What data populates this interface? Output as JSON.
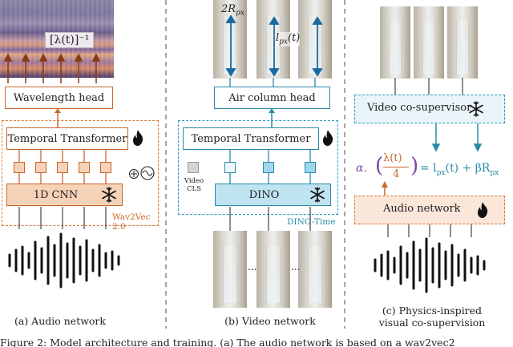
{
  "audio": {
    "wavelength_label": "[λ(t)]⁻¹",
    "wavelength_head": "Wavelength head",
    "temporal_transformer": "Temporal Transformer",
    "cnn": "1D CNN",
    "wav2vec": "Wav2Vec 2.0",
    "caption": "(a) Audio network"
  },
  "video": {
    "r_label": "2R",
    "r_sub": "px",
    "l_label": "l",
    "l_sub": "px",
    "l_arg": "(t)",
    "air_column_head": "Air column head",
    "temporal_transformer": "Temporal Transformer",
    "dino": "DINO",
    "video_cls_line1": "Video",
    "video_cls_line2": "CLS",
    "dino_time": "DINO-Time",
    "dots": "...",
    "caption": "(b) Video network"
  },
  "physics": {
    "video_cosupervisor": "Video co-supervisor",
    "eq_alpha": "α.",
    "eq_num": "λ(t)",
    "eq_den": "4",
    "eq_rhs": "= l",
    "eq_rhs_sub": "px",
    "eq_rhs_tail": "(t) + βR",
    "eq_rhs_sub2": "px",
    "audio_network": "Audio network",
    "caption_line1": "(c) Physics-inspired",
    "caption_line2": "visual co-supervision"
  },
  "figure_caption": "Figure 2: Model architecture and training. (a) The audio network is based on a wav2vec2",
  "colors": {
    "orange": "#c8682a",
    "blue": "#2a8aa8",
    "orange_fill": "#f6d2b8",
    "blue_fill": "#9ed6ec",
    "highlight": "#f5d3c0"
  },
  "icons": {
    "flame": "flame-icon",
    "snowflake": "snowflake-icon",
    "sinusoid": "sinusoid-icon",
    "plus": "plus-icon"
  }
}
